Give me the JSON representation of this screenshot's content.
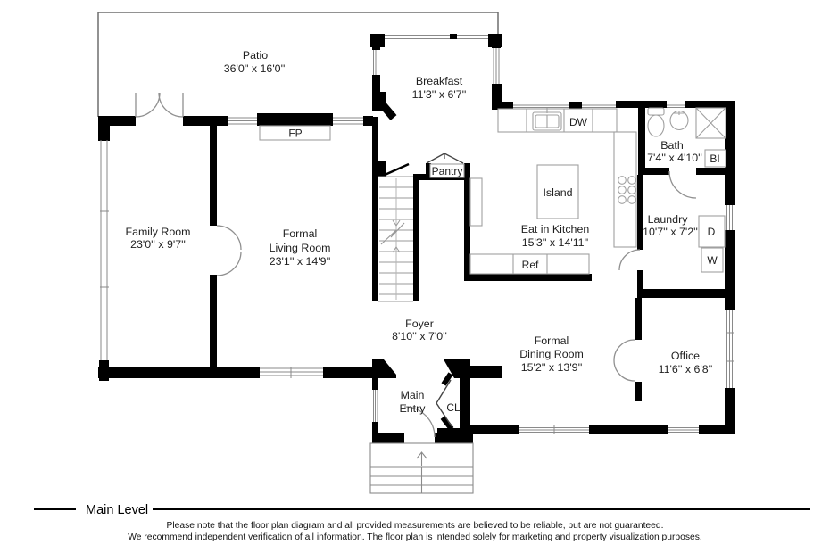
{
  "rooms": {
    "patio": {
      "name": "Patio",
      "dims": "36'0'' x 16'0''"
    },
    "breakfast": {
      "name": "Breakfast",
      "dims": "11'3'' x 6'7''"
    },
    "family_room": {
      "name": "Family Room",
      "dims": "23'0'' x 9'7''"
    },
    "formal_living_room": {
      "name_line1": "Formal",
      "name_line2": "Living Room",
      "dims": "23'1'' x 14'9''"
    },
    "eat_in_kitchen": {
      "name": "Eat in Kitchen",
      "dims": "15'3'' x 14'11''"
    },
    "foyer": {
      "name": "Foyer",
      "dims": "8'10'' x 7'0''"
    },
    "formal_dining_room": {
      "name_line1": "Formal",
      "name_line2": "Dining Room",
      "dims": "15'2'' x 13'9''"
    },
    "office": {
      "name": "Office",
      "dims": "11'6'' x 6'8''"
    },
    "bath": {
      "name": "Bath",
      "dims": "7'4'' x 4'10''"
    },
    "laundry": {
      "name": "Laundry",
      "dims": "10'7'' x 7'2''"
    },
    "main_entry": {
      "name_line1": "Main",
      "name_line2": "Entry"
    }
  },
  "fixtures": {
    "fireplace": "FP",
    "dishwasher": "DW",
    "refrigerator": "Ref",
    "island": "Island",
    "pantry": "Pantry",
    "closet": "CL",
    "built_in": "BI",
    "dryer": "D",
    "washer": "W"
  },
  "footer": {
    "level_label": "Main Level",
    "disclaimer_line1": "Please note that the floor plan diagram and all provided measurements are believed to be reliable, but are not guaranteed.",
    "disclaimer_line2": "We recommend independent verification of all information. The floor plan is intended solely for marketing and property visualization purposes."
  },
  "colors": {
    "wall": "#000000",
    "fixture_outline": "#a0a0a0",
    "window_line": "#8a8a8a",
    "door_arc": "#909090",
    "text": "#1f1f1f"
  }
}
